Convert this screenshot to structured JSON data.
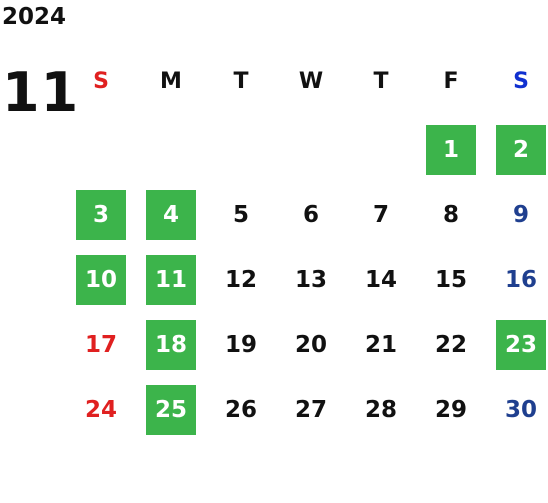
{
  "year": "2024",
  "month": "11",
  "colors": {
    "text": "#111111",
    "sunday": "#e02020",
    "saturday": "#1f3f8f",
    "saturday_header": "#1030d0",
    "highlight": "#3cb44b",
    "highlight_text": "#ffffff"
  },
  "weekdays": [
    "S",
    "M",
    "T",
    "W",
    "T",
    "F",
    "S"
  ],
  "weeks": [
    [
      {
        "d": ""
      },
      {
        "d": ""
      },
      {
        "d": ""
      },
      {
        "d": ""
      },
      {
        "d": ""
      },
      {
        "d": "1",
        "hl": true
      },
      {
        "d": "2",
        "hl": true
      }
    ],
    [
      {
        "d": "3",
        "hl": true
      },
      {
        "d": "4",
        "hl": true
      },
      {
        "d": "5"
      },
      {
        "d": "6"
      },
      {
        "d": "7"
      },
      {
        "d": "8"
      },
      {
        "d": "9"
      }
    ],
    [
      {
        "d": "10",
        "hl": true
      },
      {
        "d": "11",
        "hl": true
      },
      {
        "d": "12"
      },
      {
        "d": "13"
      },
      {
        "d": "14"
      },
      {
        "d": "15"
      },
      {
        "d": "16"
      }
    ],
    [
      {
        "d": "17"
      },
      {
        "d": "18",
        "hl": true
      },
      {
        "d": "19"
      },
      {
        "d": "20"
      },
      {
        "d": "21"
      },
      {
        "d": "22"
      },
      {
        "d": "23",
        "hl": true
      }
    ],
    [
      {
        "d": "24"
      },
      {
        "d": "25",
        "hl": true
      },
      {
        "d": "26"
      },
      {
        "d": "27"
      },
      {
        "d": "28"
      },
      {
        "d": "29"
      },
      {
        "d": "30"
      }
    ]
  ]
}
